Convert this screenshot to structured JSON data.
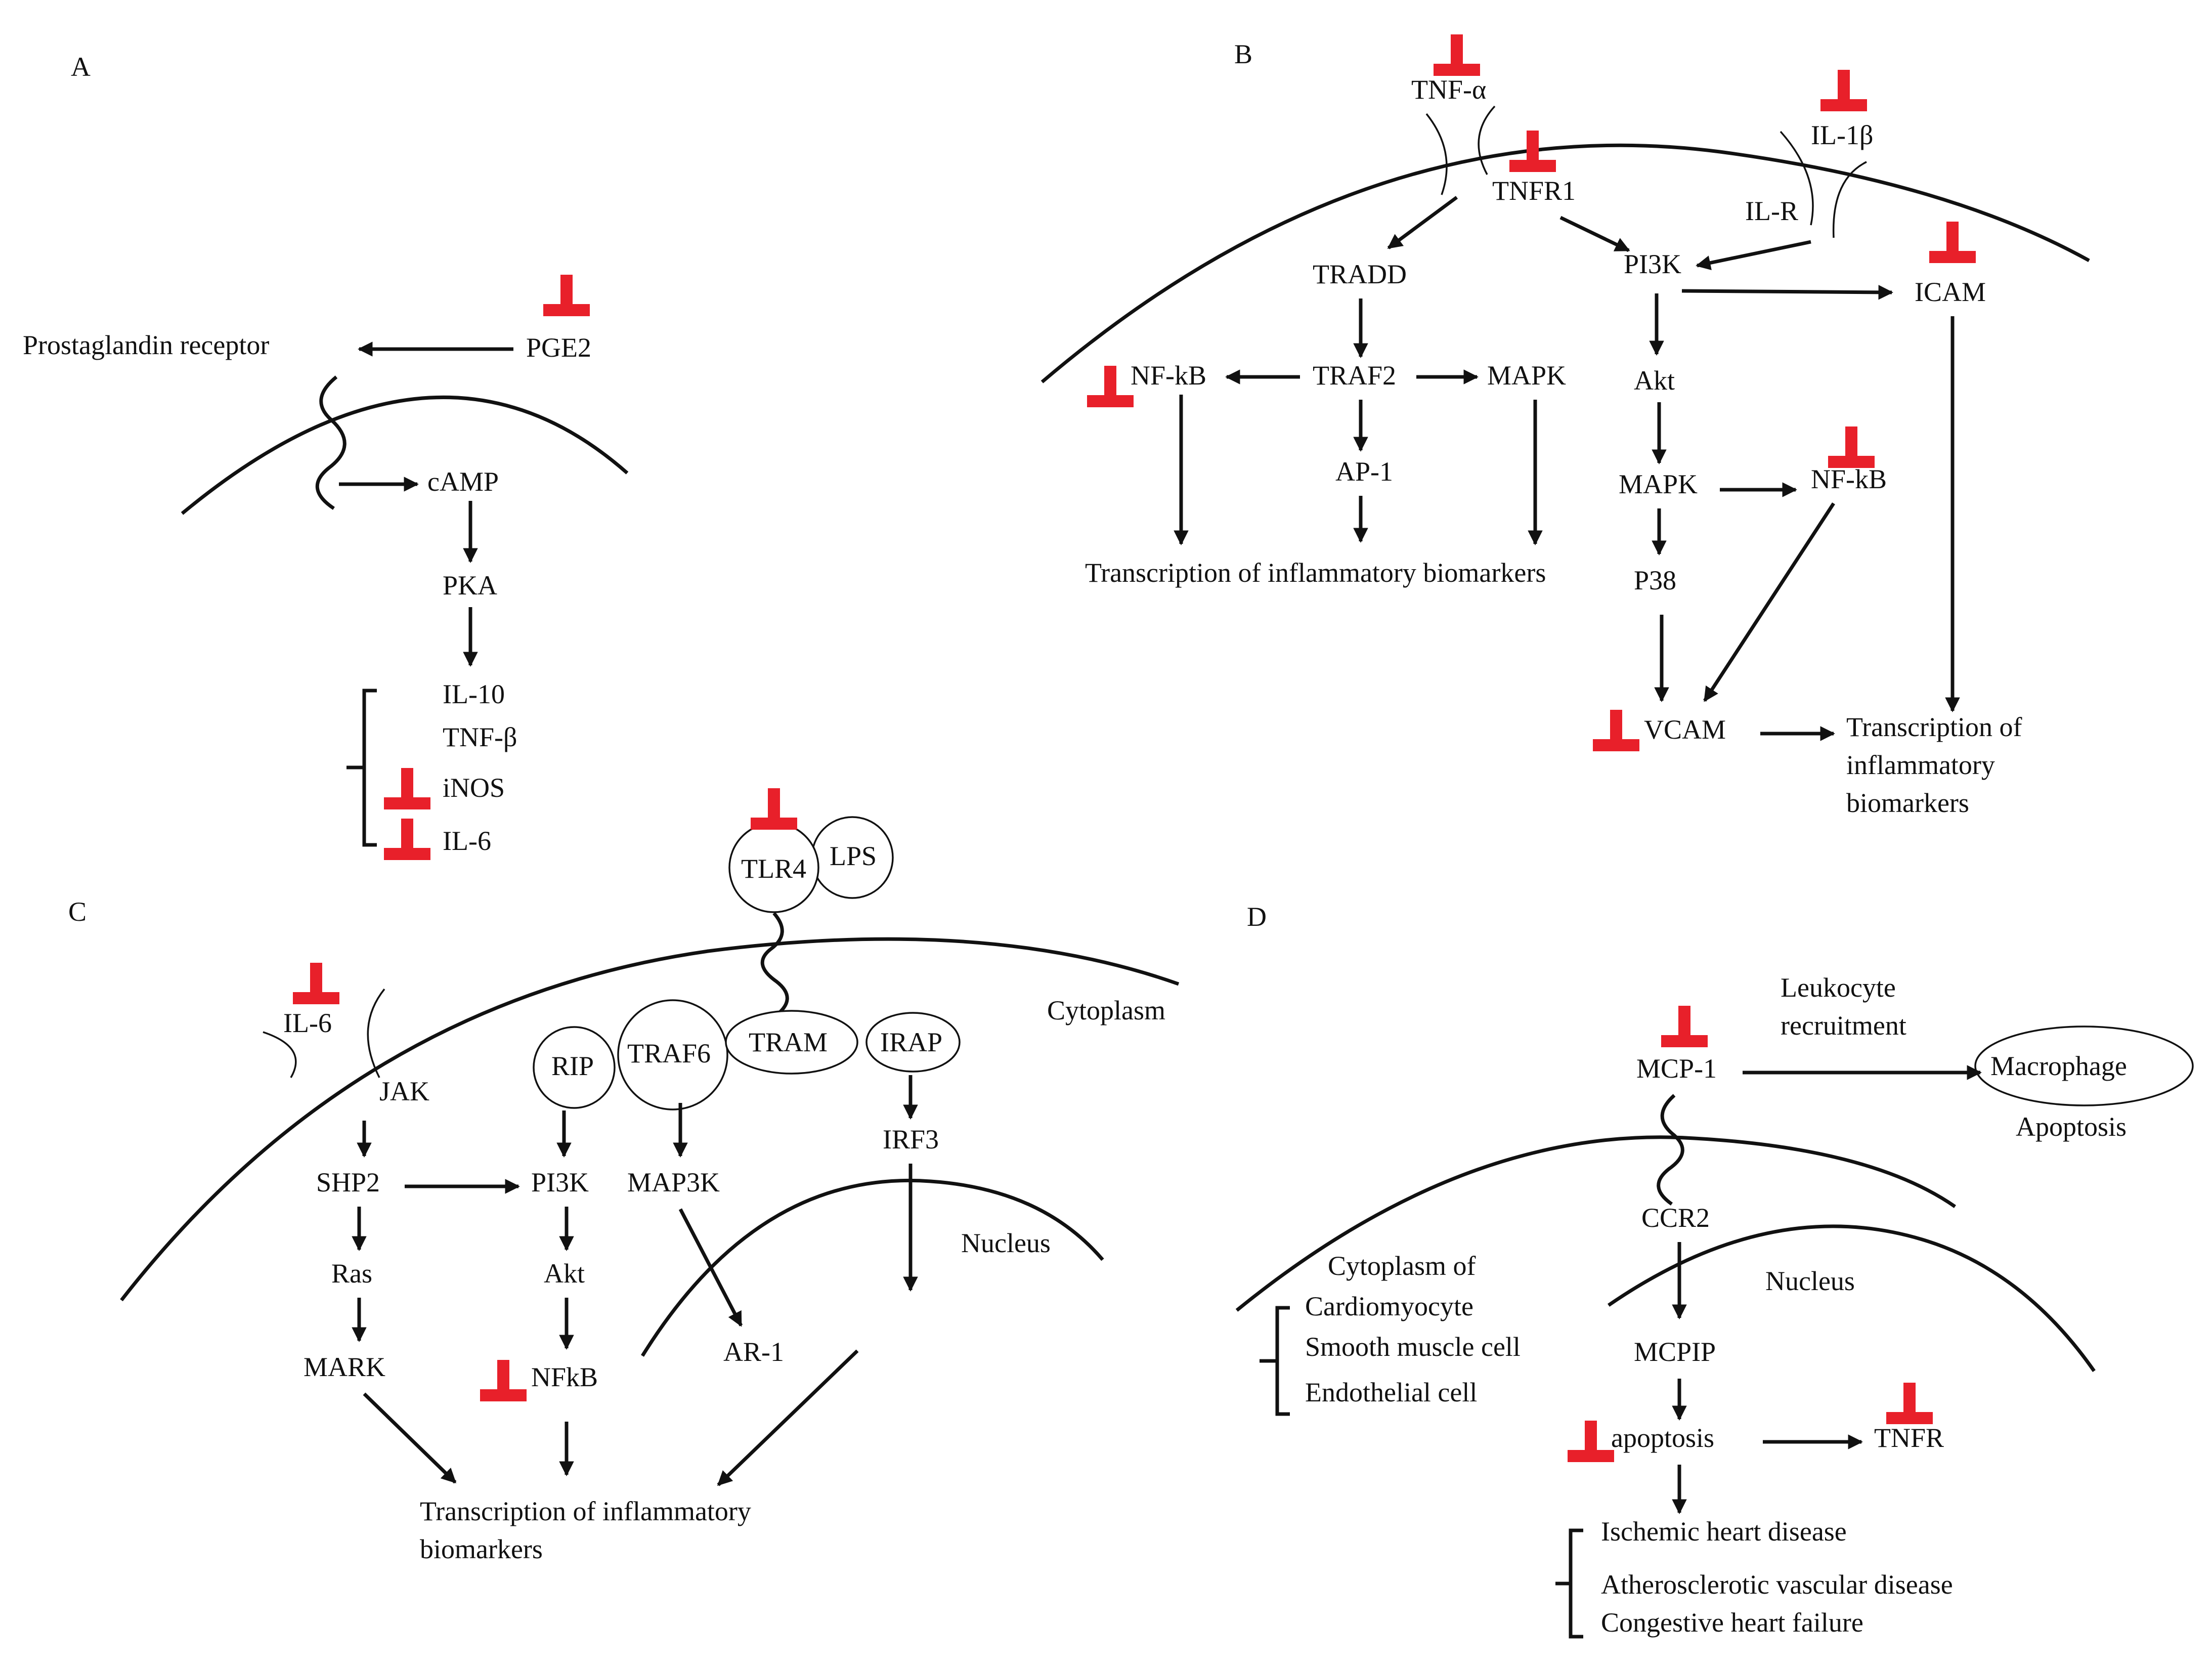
{
  "colors": {
    "inhibitor": "#e8202a",
    "ink": "#111111"
  },
  "panels": {
    "A": {
      "label": "A",
      "prostaglandin_receptor": "Prostaglandin receptor",
      "pge2": "PGE2",
      "camp": "cAMP",
      "pka": "PKA",
      "il10": "IL-10",
      "tnfb": "TNF-β",
      "inos": "iNOS",
      "il6": "IL-6"
    },
    "B": {
      "label": "B",
      "tnfa": "TNF-α",
      "tnfr1": "TNFR1",
      "il1b": "IL-1β",
      "ilr": "IL-R",
      "tradd": "TRADD",
      "pi3k": "PI3K",
      "icam": "ICAM",
      "nfkb_left": "NF-kB",
      "traf2": "TRAF2",
      "mapk_left": "MAPK",
      "akt": "Akt",
      "ap1": "AP-1",
      "mapk_right": "MAPK",
      "nfkb_right": "NF-kB",
      "transcription": "Transcription of inflammatory biomarkers",
      "p38": "P38",
      "vcam": "VCAM",
      "transcription2_l1": "Transcription of",
      "transcription2_l2": "inflammatory",
      "transcription2_l3": "biomarkers"
    },
    "C": {
      "label": "C",
      "tlr4": "TLR4",
      "lps": "LPS",
      "il6": "IL-6",
      "jak": "JAK",
      "cytoplasm": "Cytoplasm",
      "rip": "RIP",
      "traf6": "TRAF6",
      "tram": "TRAM",
      "irap": "IRAP",
      "shp2": "SHP2",
      "pi3k": "PI3K",
      "map3k": "MAP3K",
      "irf3": "IRF3",
      "nucleus": "Nucleus",
      "ras": "Ras",
      "akt": "Akt",
      "mark": "MARK",
      "nfkb": "NFkB",
      "ar1": "AR-1",
      "transcription_l1": "Transcription of inflammatory",
      "transcription_l2": "biomarkers"
    },
    "D": {
      "label": "D",
      "leukocyte_l1": "Leukocyte",
      "leukocyte_l2": "recruitment",
      "mcp1": "MCP-1",
      "macrophage": "Macrophage",
      "apoptosis_top": "Apoptosis",
      "ccr2": "CCR2",
      "cytoplasm_of": "Cytoplasm of",
      "cardiomyocyte": "Cardiomyocyte",
      "smooth_muscle": "Smooth muscle cell",
      "endothelial": "Endothelial cell",
      "nucleus": "Nucleus",
      "mcpip": "MCPIP",
      "apoptosis": "apoptosis",
      "tnfr": "TNFR",
      "ischemic": "Ischemic heart disease",
      "atherosclerotic": "Atherosclerotic vascular disease",
      "chf": "Congestive heart failure"
    }
  }
}
